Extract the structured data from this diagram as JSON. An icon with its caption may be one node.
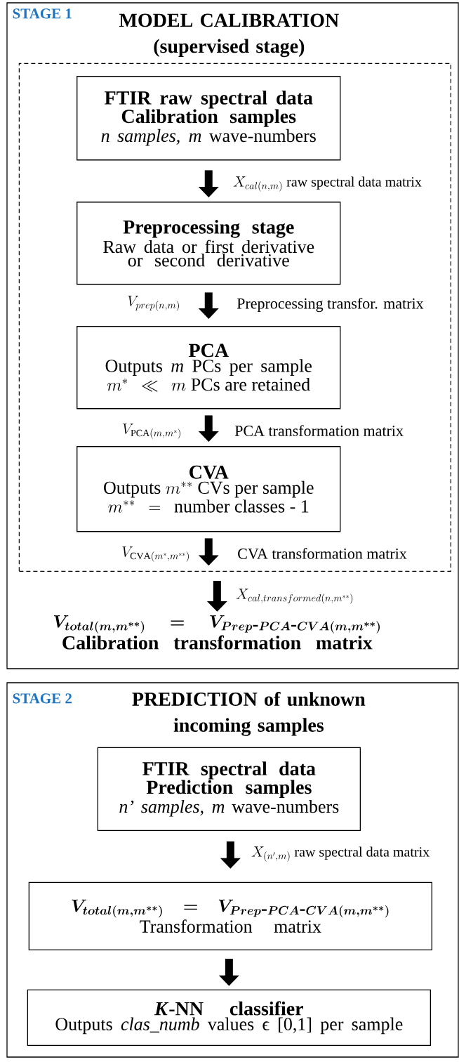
{
  "diagram": {
    "nodes": [
      {
        "text": [
          "STAGE 1",
          "MODEL CALIBRATION (supervised stage)"
        ]
      },
      {
        "text": [],
        "shape": "box",
        "in": 0
      },
      {
        "text": [
          "FTIR raw spectral data Calibration samples",
          "*n samples, m* wave-numbers"
        ],
        "in": 1
      },
      {
        "text": [
          "Preprocessing stage",
          "Raw data or first derivative or second derivative"
        ],
        "in": 1
      },
      {
        "text": [
          "PCA",
          "Outputs *m* PCs per sample",
          "m^{*} \\ll m\\mbox{ PCs are retained}"
        ],
        "in": 1
      },
      {
        "text": [
          "CVA",
          "\\mbox{Outputs }m^{**}\\mbox{ CVs per sample}",
          "m^{**} = \\mbox{number classes - 1}"
        ],
        "in": 1
      },
      {
        "text": [
          "V_{total(m,m^{**})} = V_{Prep\\mbox{-}PCA\\mbox{-}CVA(m,m^{**})}",
          "Calibration transformation matrix"
        ],
        "in": 0
      },
      {
        "text": [
          "STAGE 2",
          "PREDICTION of unknown incoming samples"
        ]
      },
      {
        "text": [
          "FTIR spectral data Prediction samples",
          "*n’ samples, m* wave-numbers"
        ],
        "in": 7
      },
      {
        "text": [
          "V_{total(m,m^{**})} = V_{Prep\\mbox{-}PCA\\mbox{-}CVA(m,m^{**})}",
          "Transformation matrix"
        ],
        "in": 7
      },
      {
        "text": [
          "*K*-NN classifier",
          "Outputs *clas_numb* values ϵ [0,1] per sample"
        ],
        "in": 7
      }
    ],
    "edges": [
      {
        "from": 2,
        "to": 3,
        "arrow": "to",
        "label": "X_{cal(n,m)}\\mbox{ raw spectral data matrix}"
      },
      {
        "from": 3,
        "to": 4,
        "arrow": "to",
        "label": "V_{prep(n,m)}"
      },
      {
        "from": 4,
        "to": 5,
        "arrow": "to",
        "label": "V_{\\mathrm{PCA}(m,m^{*})}"
      },
      {
        "from": 5,
        "to": null,
        "arrow": "to",
        "label": "V_{\\mathrm{CVA}(m^{*},m^{**})}"
      },
      {
        "from": 1,
        "to": 6,
        "arrow": "to",
        "label": "X_{cal,transformed(n,m^{**})}"
      },
      {
        "from": 8,
        "to": 9,
        "arrow": "to",
        "label": "X_{(n',m)}\\mbox{ raw spectral data matrix}"
      },
      {
        "from": 9,
        "to": 10,
        "arrow": "to"
      }
    ],
    "labels": [
      "Preprocessing transfor. matrix",
      "PCA transformation matrix",
      "CVA transformation matrix"
    ]
  }
}
